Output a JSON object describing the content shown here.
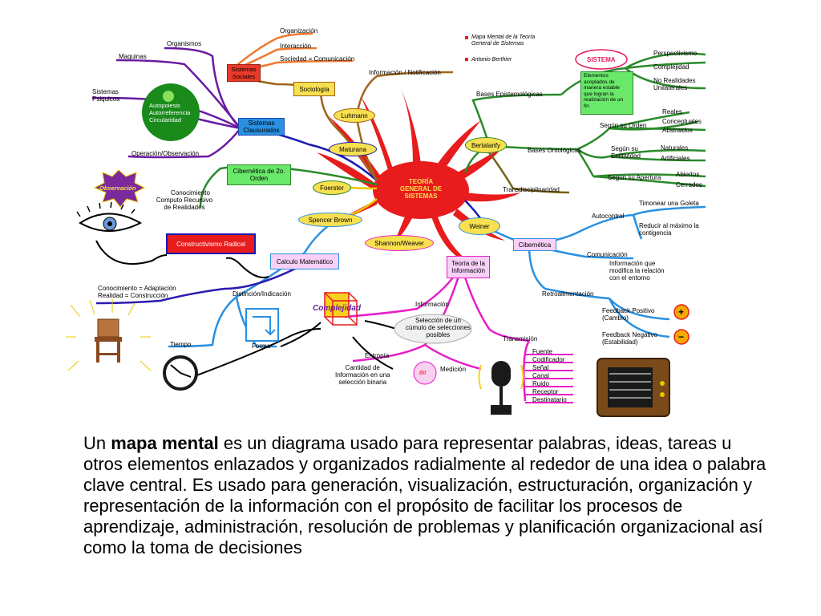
{
  "center": "TEORÍA GENERAL DE SISTEMAS",
  "legend": {
    "item1": "Mapa Mental de la Teoría General de Sistemas",
    "item2": "Antonio Berthier"
  },
  "left": {
    "organismos": "Organismos",
    "maquinas": "Maquinas",
    "sistemas_psiquicos": "Sistemas Psiquicos",
    "autopoiesis": [
      "Autopoiesis",
      "Autorreferencia",
      "Circularidad"
    ],
    "sistemas_sociales": "Sistemas Sociales",
    "sistemas_clausurados": "Sistemas Clausurados",
    "operacion": "Operación/Observación",
    "observacion": "Observación",
    "cibernetica_2": "Cibernética de 2o. Orden",
    "conocimiento": "Conocimiento",
    "computo": "Computo Recursivo de Realidades",
    "constructivismo": "Constructivismo Radical",
    "ecuacion": [
      "Conocimiento = Adaptación",
      "Realidad = Construcción"
    ],
    "distincion": "Distinción/Indicación",
    "tiempo": "Tiempo",
    "forma": "Forma",
    "calculo": "Calculo Matemático"
  },
  "top": {
    "organizacion": "Organización",
    "interaccion": "Interacción",
    "sociedad": "Sociedad = Comunicación",
    "informacion_notif": "Información / Notificación",
    "sociologia": "Sociología",
    "luhmann": "Luhmann",
    "maturana": "Maturana",
    "foerster": "Foerster",
    "spencer": "Spencer Brown",
    "shannon": "Shannon/Weaver"
  },
  "right": {
    "bertalanfy": "Bertalanfy",
    "bases_epist": "Bases Epistemológicas",
    "sistema": "SISTEMA",
    "sistema_desc": [
      "Elementos",
      "acoplados de",
      "manera estable",
      "que logran la",
      "realización de un",
      "fin"
    ],
    "perspectivismo": "Perspectivismo",
    "complejidad_r": "Complejidad",
    "no_realidades": [
      "No Realidades",
      "Unilaterales"
    ],
    "bases_ontol": "Bases Ontológicas",
    "segun_orden": "Según su Orden",
    "reales": "Reales",
    "conceptuales": "Conceptuales",
    "abstraidos": "Abstraidos",
    "segun_entitividad": [
      "Según su",
      "Entitividad"
    ],
    "naturales": "Naturales",
    "artificiales": "Artificiales",
    "segun_apertura": "Según su Apertura",
    "abiertos": "Abiertos",
    "cerrados": "Cerrados",
    "transdisc": "Transdisciplinaridad",
    "weiner": "Weiner",
    "cibernetica": "Cibernética",
    "autocontrol": "Autocontrol",
    "timonear": "Timonear una Goleta",
    "reducir": [
      "Reducir al máximo la",
      "contigencia"
    ],
    "comunicacion": "Comunicación",
    "info_modifica": [
      "Información que",
      "modifica la relación",
      "con el entorno"
    ],
    "retroalimentacion": "Retroalimentación",
    "feedback_pos": [
      "Feedback Positivo",
      "(Cambio)"
    ],
    "feedback_neg": [
      "Feedback Negativo",
      "(Estabilidad)"
    ],
    "plus": "+",
    "minus": "−"
  },
  "bottom": {
    "complejidad": "Complejidad",
    "teoria_info": [
      "Teoría de la",
      "Información"
    ],
    "informacion": "Información",
    "seleccion": [
      "Selección de un",
      "cúmulo de selecciones",
      "posibles"
    ],
    "transmision": "Transmisión",
    "transmision_items": [
      "Fuente",
      "Codificador",
      "Señal",
      "Canal",
      "Ruido",
      "Receptor",
      "Destinatario"
    ],
    "entropia": "Entropía",
    "cantidad": [
      "Cantidad de",
      "Información en una",
      "selección binaria"
    ],
    "medicion": "Medición",
    "bit": "Bit"
  },
  "caption": {
    "prefix": "Un ",
    "bold": "mapa mental",
    "rest": " es un diagrama usado para representar palabras, ideas, tareas u otros elementos enlazados y organizados radialmente al rededor de una idea o palabra clave central. Es usado para generación, visualización, estructuración, organización y representación de la información con el propósito de facilitar los procesos de aprendizaje, administración, resolución de problemas y planificación organizacional así como la toma de decisiones"
  }
}
